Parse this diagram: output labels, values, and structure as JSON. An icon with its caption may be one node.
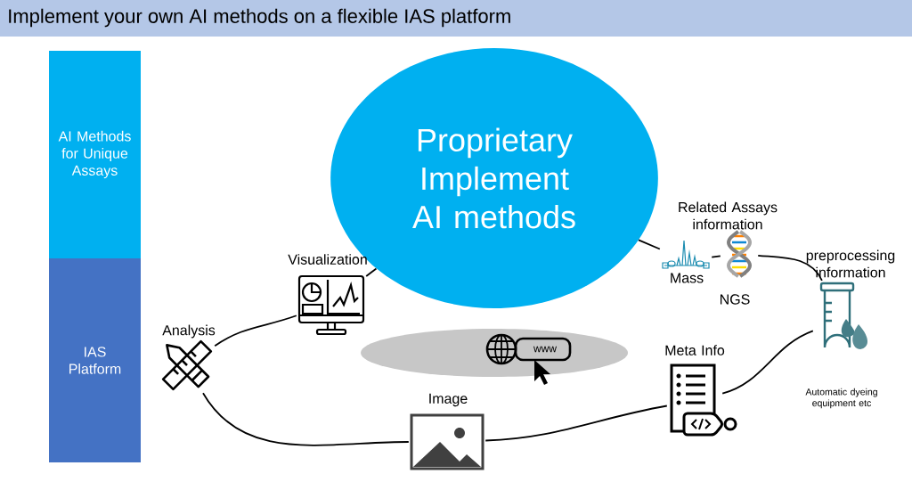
{
  "diagram": {
    "title": "Implement your own AI methods on a flexible IAS platform",
    "nodes": [
      {
        "text": [
          "AI Methods for Unique Assays"
        ]
      },
      {
        "text": [
          "IAS Platform"
        ]
      },
      {
        "text": [
          "Proprietary Implement AI methods"
        ]
      },
      {
        "text": [
          "Analysis"
        ]
      },
      {
        "text": [
          "Visualization"
        ]
      },
      {
        "text": [
          "Mass"
        ]
      },
      {
        "text": [
          "NGS"
        ]
      },
      {
        "text": [
          "preprocessing information",
          "Automatic dyeing equipment etc"
        ]
      },
      {
        "text": [
          "Meta Info"
        ]
      },
      {
        "text": [
          "Image"
        ]
      }
    ],
    "edges": [
      {
        "from": 3,
        "to": 4,
        "arrow": "none"
      },
      {
        "from": 4,
        "to": 2,
        "arrow": "none"
      },
      {
        "from": 2,
        "to": 5,
        "arrow": "none"
      },
      {
        "from": 5,
        "to": 6,
        "arrow": "none"
      },
      {
        "from": 6,
        "to": 7,
        "arrow": "none"
      },
      {
        "from": 7,
        "to": 8,
        "arrow": "none"
      },
      {
        "from": 8,
        "to": 9,
        "arrow": "none"
      },
      {
        "from": 9,
        "to": 3,
        "arrow": "none"
      }
    ],
    "labels": [
      "Related Assays information",
      "www"
    ]
  }
}
